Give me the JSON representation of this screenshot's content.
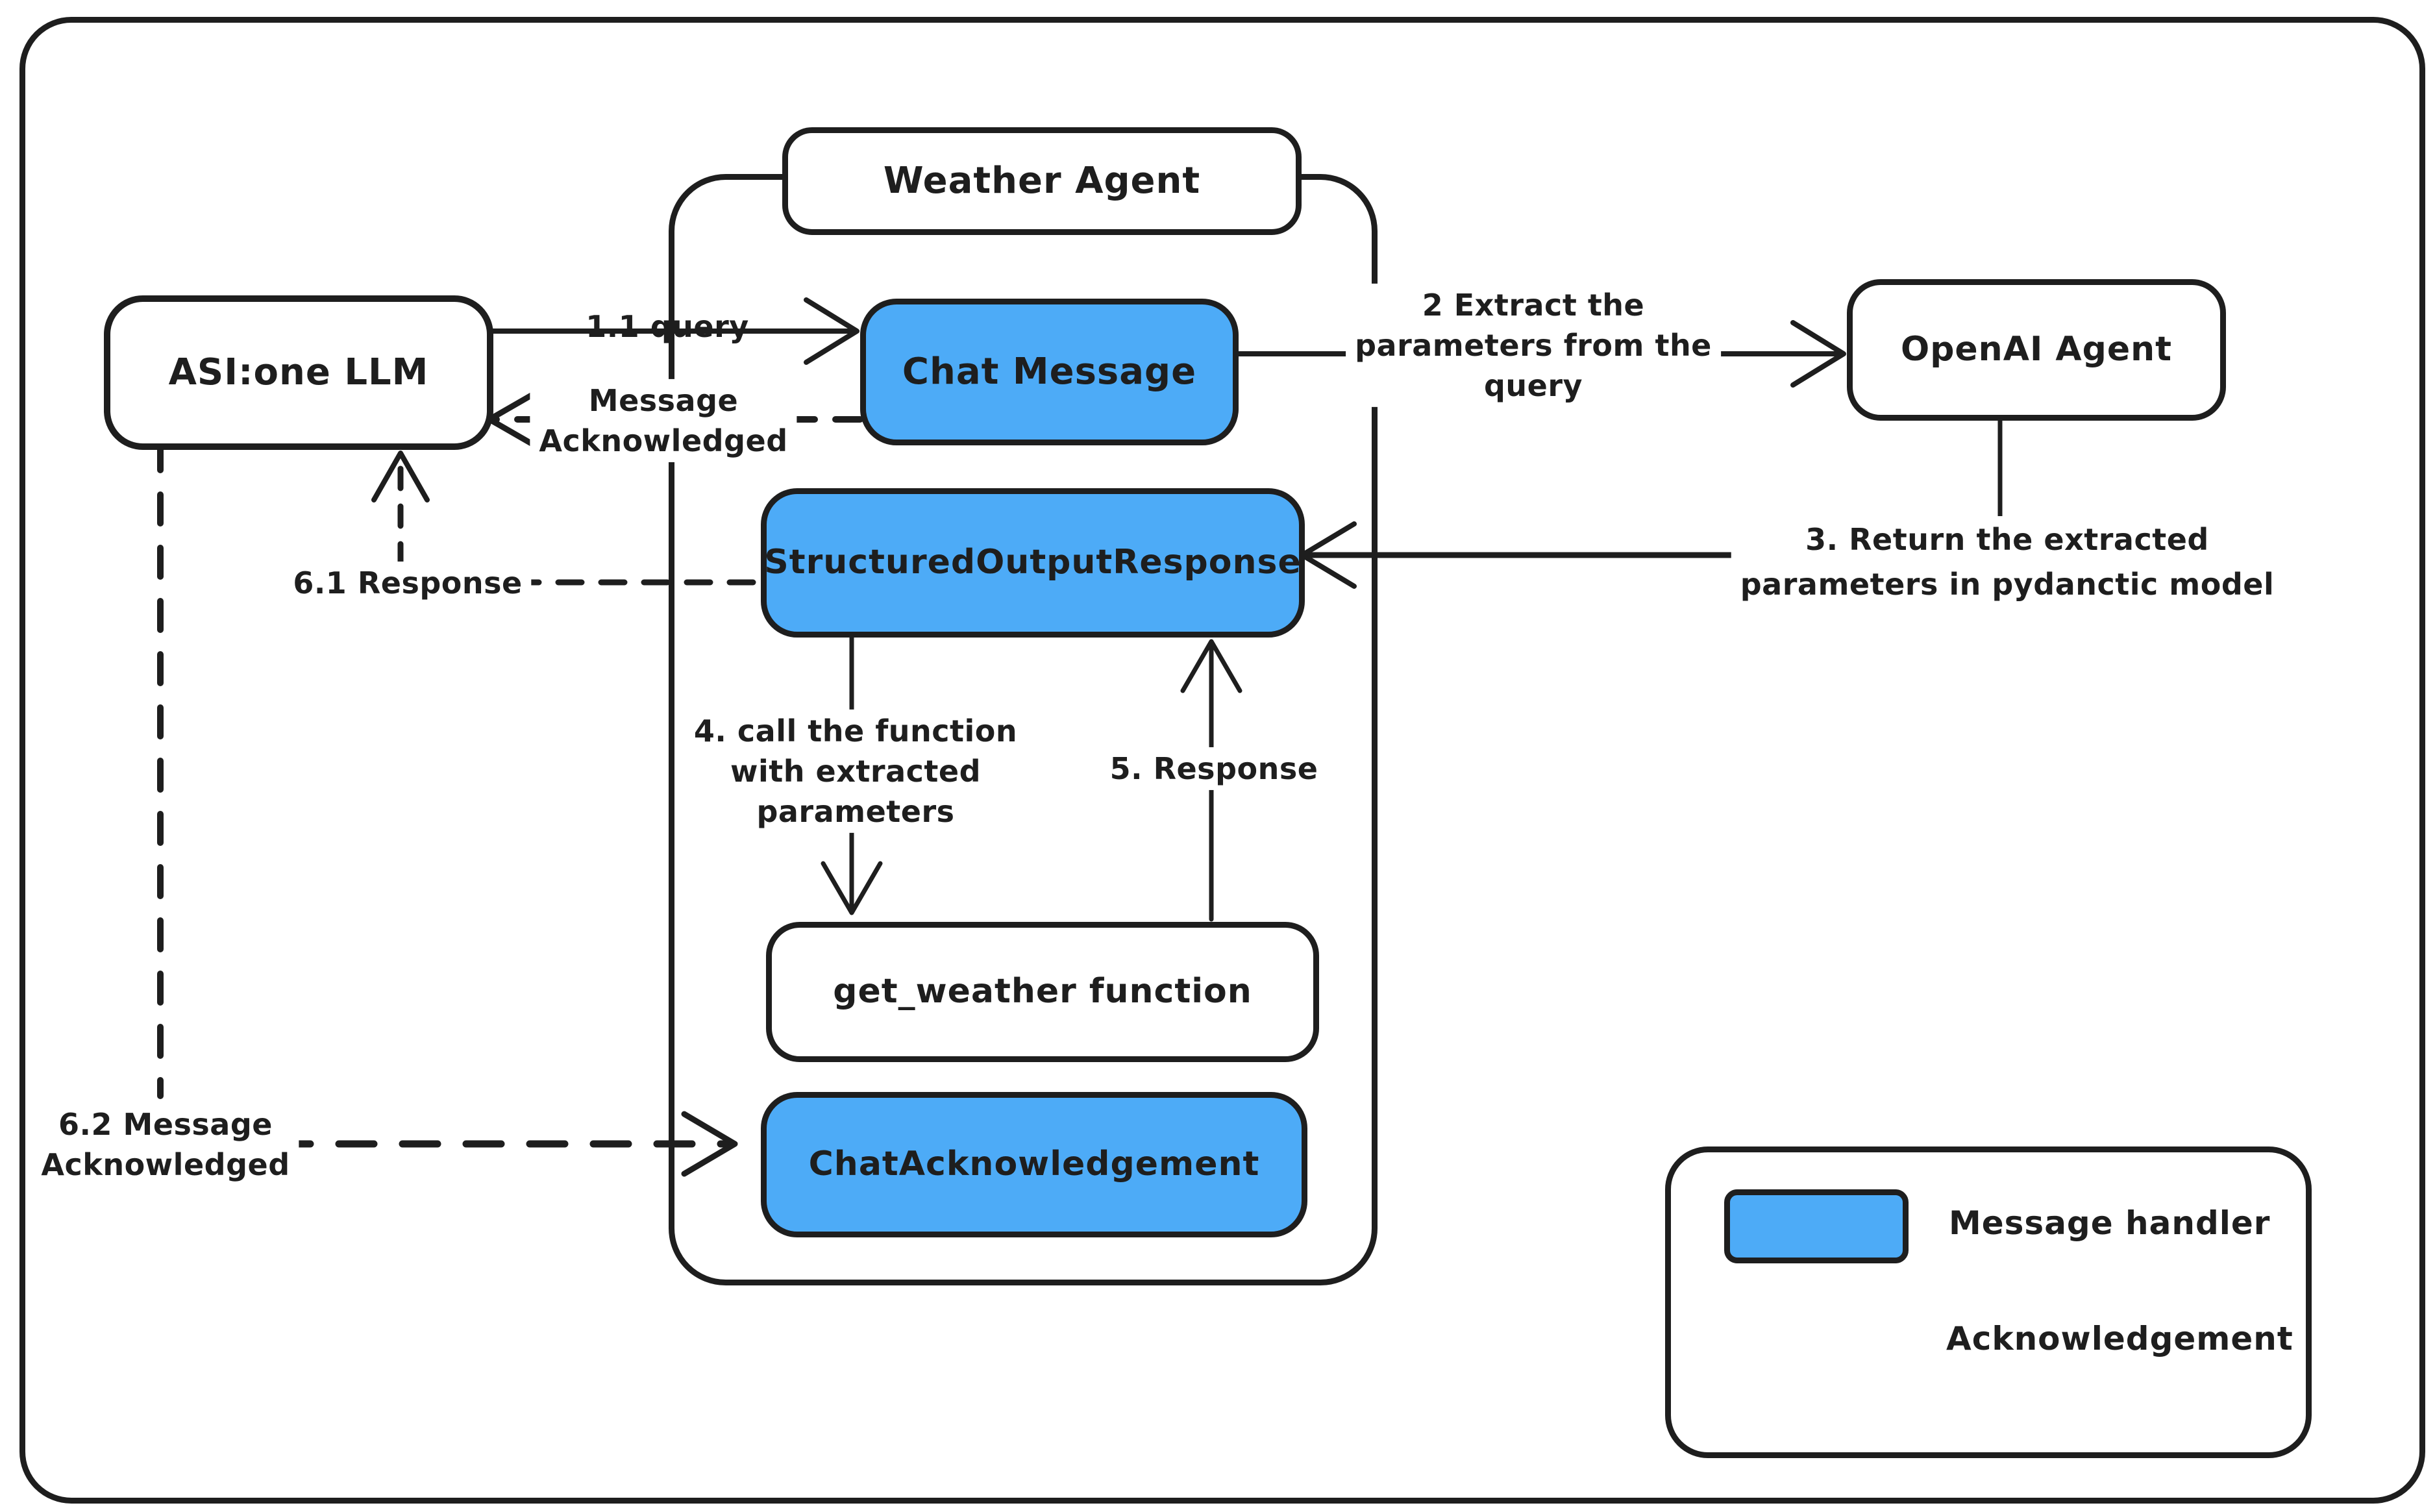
{
  "colors": {
    "handler_fill": "#4dabf7",
    "stroke": "#1e1e1e",
    "canvas_bg": "#ffffff"
  },
  "weather_agent": {
    "title": "Weather Agent"
  },
  "nodes": {
    "asi_llm": {
      "label": "ASI:one LLM"
    },
    "chat_message": {
      "label": "Chat Message"
    },
    "structured_output_response": {
      "label": "StructuredOutputResponse"
    },
    "get_weather": {
      "label": "get_weather function"
    },
    "chat_acknowledgement": {
      "label": "ChatAcknowledgement"
    },
    "openai_agent": {
      "label": "OpenAI Agent"
    }
  },
  "edge_labels": {
    "query": "1.1 query",
    "message_ack": {
      "line1": "Message",
      "line2": "Acknowledged"
    },
    "extract": {
      "line1": "2 Extract the",
      "line2": "parameters from the",
      "line3": "query"
    },
    "return_params": {
      "line1": "3. Return the extracted",
      "line2": "parameters in pydanctic model"
    },
    "call_function": {
      "line1": "4. call the function",
      "line2": "with extracted",
      "line3": "parameters"
    },
    "response_5": "5. Response",
    "response_61": "6.1 Response",
    "message_ack_62": {
      "line1": "6.2 Message",
      "line2": "Acknowledged"
    }
  },
  "legend": {
    "message_handler": "Message handler",
    "acknowledgement": "Acknowledgement"
  }
}
